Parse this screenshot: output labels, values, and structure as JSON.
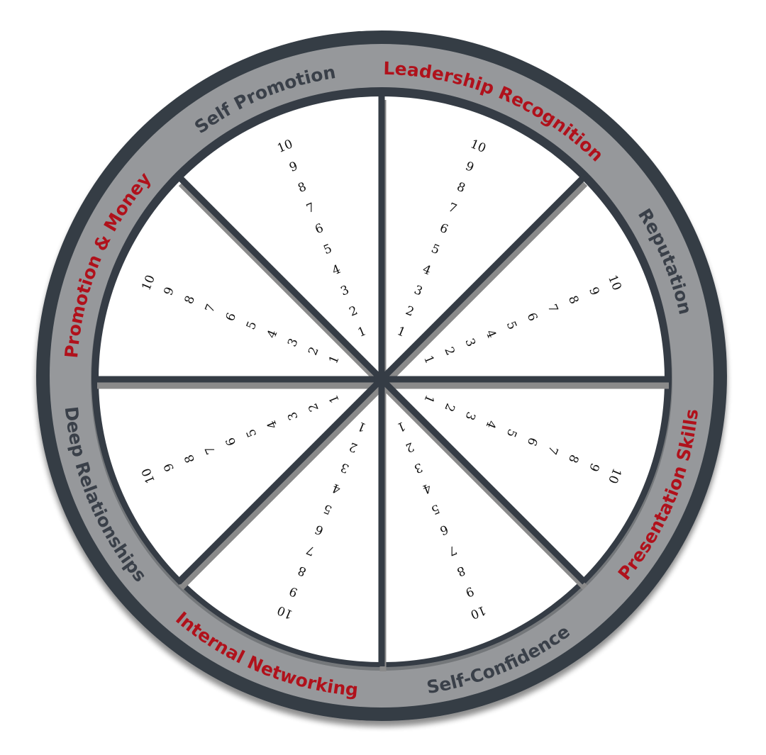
{
  "diagram": {
    "type": "wheel-of-life",
    "scale": {
      "min": 1,
      "max": 10
    },
    "colors": {
      "outer_ring": "#353c45",
      "band": "#96989b",
      "band_shadow": "#6f7174",
      "divider": "#353c45",
      "divider_shadow": "#8a8a8a",
      "segment_fill": "#ffffff",
      "label_red": "#b0111b",
      "label_dark": "#3a4049",
      "number": "#111111"
    },
    "segments": [
      {
        "id": "self-promotion",
        "label": "Self Promotion",
        "color": "dark",
        "angle": -112.5
      },
      {
        "id": "leadership-recognition",
        "label": "Leadership Recognition",
        "color": "red",
        "angle": -67.5
      },
      {
        "id": "reputation",
        "label": "Reputation",
        "color": "dark",
        "angle": -22.5
      },
      {
        "id": "presentation-skills",
        "label": "Presentation Skills",
        "color": "red",
        "angle": 22.5
      },
      {
        "id": "self-confidence",
        "label": "Self-Confidence",
        "color": "dark",
        "angle": 67.5
      },
      {
        "id": "internal-networking",
        "label": "Internal Networking",
        "color": "red",
        "angle": 112.5
      },
      {
        "id": "deep-relationships",
        "label": "Deep Relationships",
        "color": "dark",
        "angle": 157.5
      },
      {
        "id": "promotion-money",
        "label": "Promotion & Money",
        "color": "red",
        "angle": 202.5
      }
    ],
    "numbers": [
      "1",
      "2",
      "3",
      "4",
      "5",
      "6",
      "7",
      "8",
      "9",
      "10"
    ]
  }
}
